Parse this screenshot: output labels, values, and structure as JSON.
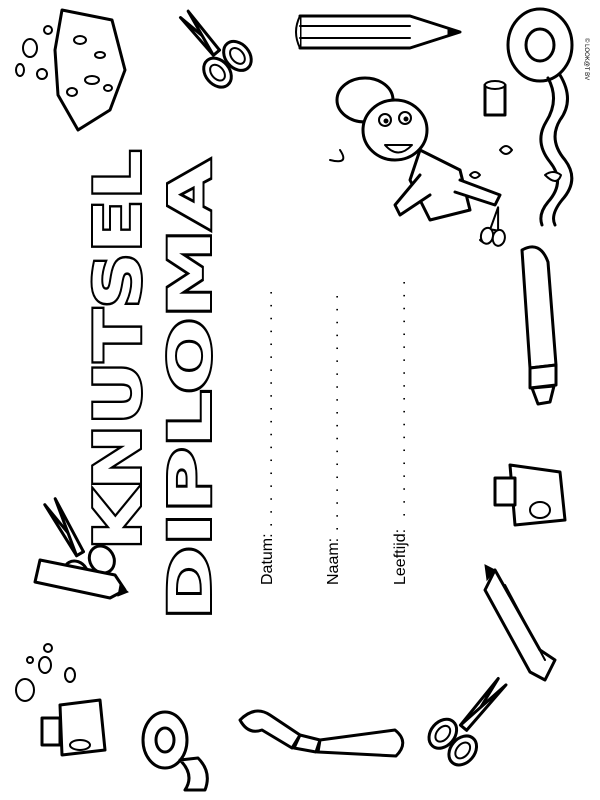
{
  "title": {
    "word1": "KNUTSEL",
    "word2": "DIPLOMA"
  },
  "fields": [
    {
      "label": "Datum:",
      "dots": ". . . . . . . . . . . . . . . . . . ."
    },
    {
      "label": "Naam:",
      "dots": ". . . . . . . . . . . . . . . . . . ."
    },
    {
      "label": "Leeftijd:",
      "dots": ". . . . . . . . . . . . . . . . . . ."
    }
  ],
  "copyright": "© LOOK@T BV",
  "icons": [
    "scissors-icon",
    "pencil-icon",
    "tape-icon",
    "glue-pot-icon",
    "paintbrush-icon",
    "marker-icon",
    "sponge-icon",
    "child-character",
    "ribbon-icon",
    "paint-drops-icon"
  ]
}
